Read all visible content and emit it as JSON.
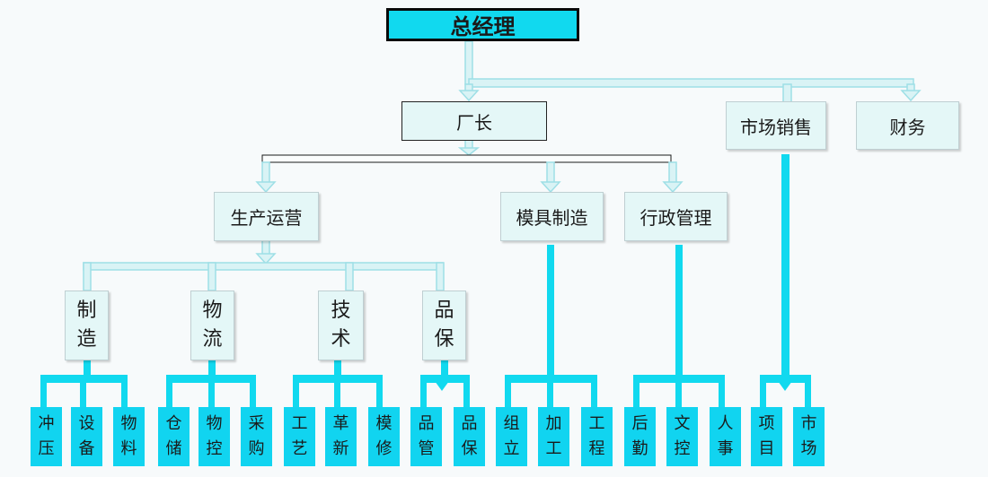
{
  "top": "总经理",
  "factory": "厂长",
  "sales": "市场销售",
  "finance": "财务",
  "production": "生产运营",
  "mold": "模具制造",
  "admin": "行政管理",
  "manufacture": "制造",
  "logistics": "物流",
  "technology": "技术",
  "quality": "品保",
  "leaves": {
    "stamping": "冲压",
    "equipment": "设备",
    "materials": "物料",
    "warehouse": "仓储",
    "material_control": "物控",
    "purchasing": "采购",
    "process": "工艺",
    "innovation": "革新",
    "mold_repair": "模修",
    "quality_mgmt": "品管",
    "quality_assurance": "品保",
    "assembly": "组立",
    "machining": "加工",
    "engineering": "工程",
    "logistics_support": "后勤",
    "document_control": "文控",
    "hr": "人事",
    "project": "项目",
    "market": "市场"
  },
  "colors": {
    "top_fill": "#11d9ef",
    "box_fill": "#e4f7f7",
    "leaf_fill": "#11d4f0",
    "connector_light": "#a8e4ea",
    "connector_strong": "#11d9ef"
  }
}
